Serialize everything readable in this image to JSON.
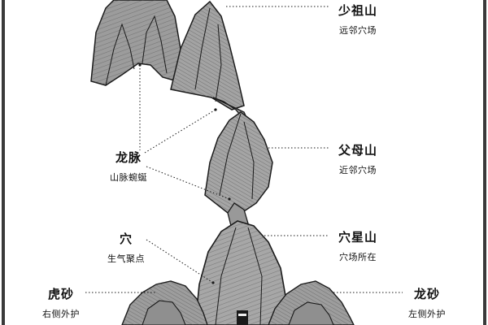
{
  "labels": {
    "shaozushan": {
      "title": "少祖山",
      "subtitle": "远邻穴场"
    },
    "fumushan": {
      "title": "父母山",
      "subtitle": "近邻穴场"
    },
    "longmai": {
      "title": "龙脉",
      "subtitle": "山脉蜿蜒"
    },
    "xue": {
      "title": "穴",
      "subtitle": "生气聚点"
    },
    "xuexingshan": {
      "title": "穴星山",
      "subtitle": "穴场所在"
    },
    "husha": {
      "title": "虎砂",
      "subtitle": "右侧外护"
    },
    "longsha": {
      "title": "龙砂",
      "subtitle": "左侧外护"
    }
  },
  "colors": {
    "ink": "#1a1a1a",
    "mountain_fill": "#a9a9a9",
    "mountain_shade": "#7d7d7d",
    "frame": "#3a3a3a"
  }
}
